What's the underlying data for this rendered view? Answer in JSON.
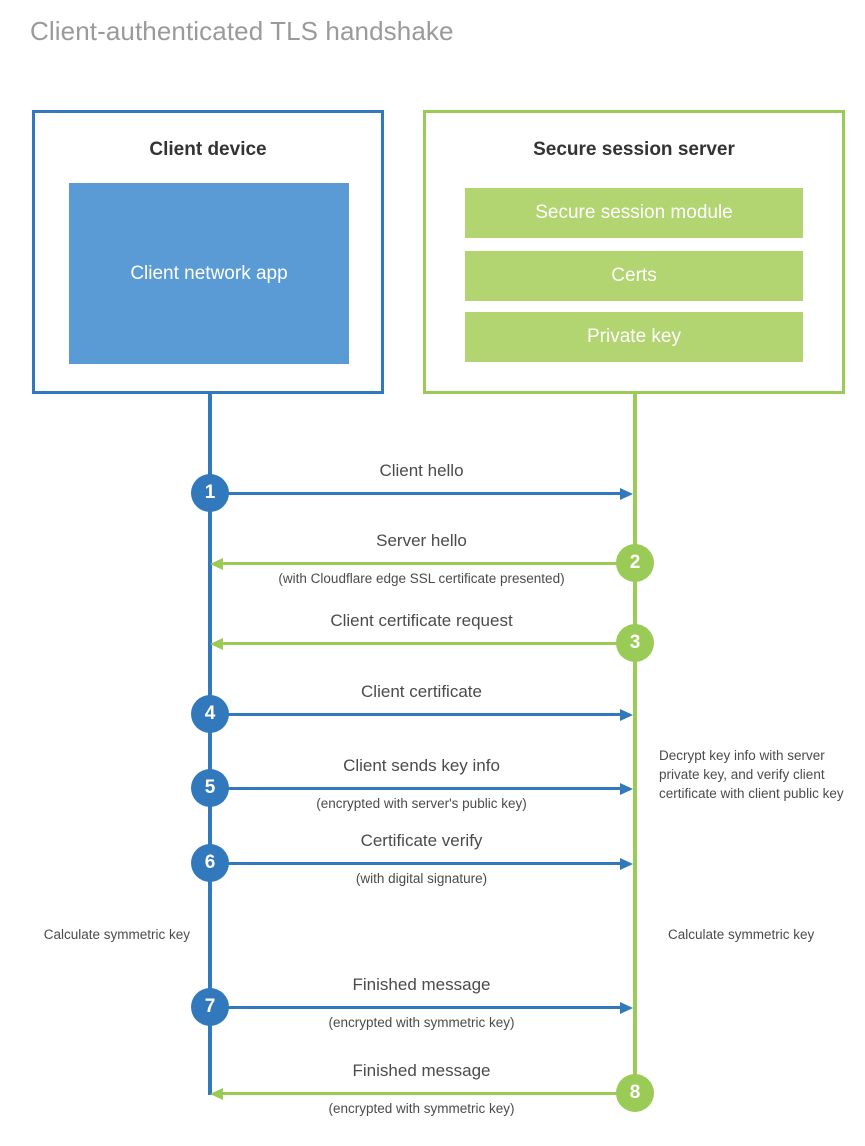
{
  "page": {
    "title": "Client-authenticated TLS handshake",
    "colors": {
      "client_blue": "#3179bc",
      "client_app_blue": "#5b9bd5",
      "server_green": "#9acb57",
      "server_bar_green": "#b2d571",
      "title_gray": "#9a9a9a",
      "text_gray": "#4b4b4b",
      "heading_dark": "#333333",
      "background": "#ffffff"
    }
  },
  "client": {
    "title": "Client device",
    "app_label": "Client network app"
  },
  "server": {
    "title": "Secure session server",
    "bars": [
      {
        "label": "Secure session module"
      },
      {
        "label": "Certs"
      },
      {
        "label": "Private key"
      }
    ]
  },
  "steps": [
    {
      "number": "1",
      "label": "Client hello",
      "sublabel": "",
      "direction": "client-to-server",
      "color": "blue"
    },
    {
      "number": "2",
      "label": "Server hello",
      "sublabel": "(with Cloudflare edge SSL certificate presented)",
      "direction": "server-to-client",
      "color": "green"
    },
    {
      "number": "3",
      "label": "Client certificate request",
      "sublabel": "",
      "direction": "server-to-client",
      "color": "green"
    },
    {
      "number": "4",
      "label": "Client certificate",
      "sublabel": "",
      "direction": "client-to-server",
      "color": "blue"
    },
    {
      "number": "5",
      "label": "Client sends key info",
      "sublabel": "(encrypted with server's public key)",
      "direction": "client-to-server",
      "color": "blue"
    },
    {
      "number": "6",
      "label": "Certificate verify",
      "sublabel": "(with digital signature)",
      "direction": "client-to-server",
      "color": "blue"
    },
    {
      "number": "7",
      "label": "Finished message",
      "sublabel": "(encrypted with symmetric key)",
      "direction": "client-to-server",
      "color": "blue"
    },
    {
      "number": "8",
      "label": "Finished message",
      "sublabel": "(encrypted with symmetric key)",
      "direction": "server-to-client",
      "color": "green"
    }
  ],
  "annotations": {
    "server_decrypt": "Decrypt key info with server private key, and verify client certificate with client public key",
    "client_calculate": "Calculate symmetric key",
    "server_calculate": "Calculate symmetric key"
  }
}
